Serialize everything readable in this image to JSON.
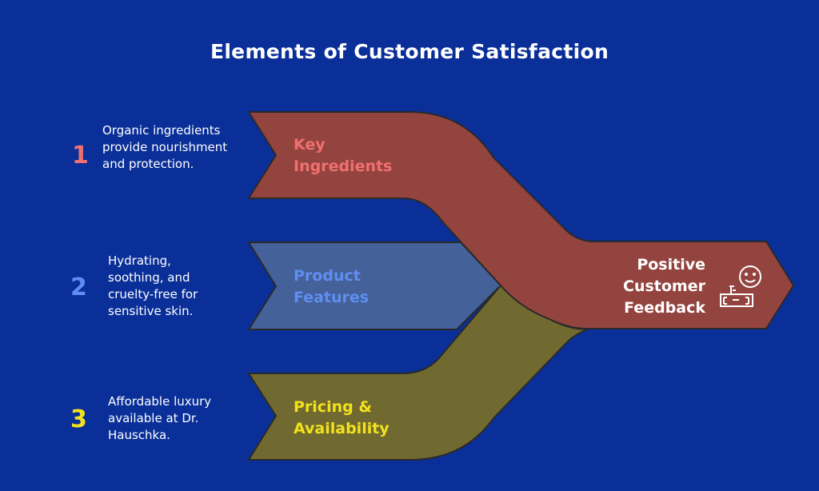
{
  "title": "Elements of Customer Satisfaction",
  "colors": {
    "background": "#0a2f98",
    "red_band": "#94443f",
    "blue_band": "#44619a",
    "olive_band": "#716a30",
    "red_text": "#f07070",
    "blue_text": "#5f8ef0",
    "yellow_text": "#f2e21c",
    "outline": "#2a2a2a"
  },
  "items": [
    {
      "number": "1",
      "description": "Organic ingredients provide nourishment and protection.",
      "label_line1": "Key",
      "label_line2": "Ingredients"
    },
    {
      "number": "2",
      "description": "Hydrating, soothing, and cruelty-free for sensitive skin.",
      "label_line1": "Product",
      "label_line2": "Features"
    },
    {
      "number": "3",
      "description": "Affordable luxury available at Dr. Hauschka.",
      "label_line1": "Pricing &",
      "label_line2": "Availability"
    }
  ],
  "outcome": {
    "line1": "Positive",
    "line2": "Customer",
    "line3": "Feedback",
    "icon": "happy-customer-feedback-icon"
  }
}
